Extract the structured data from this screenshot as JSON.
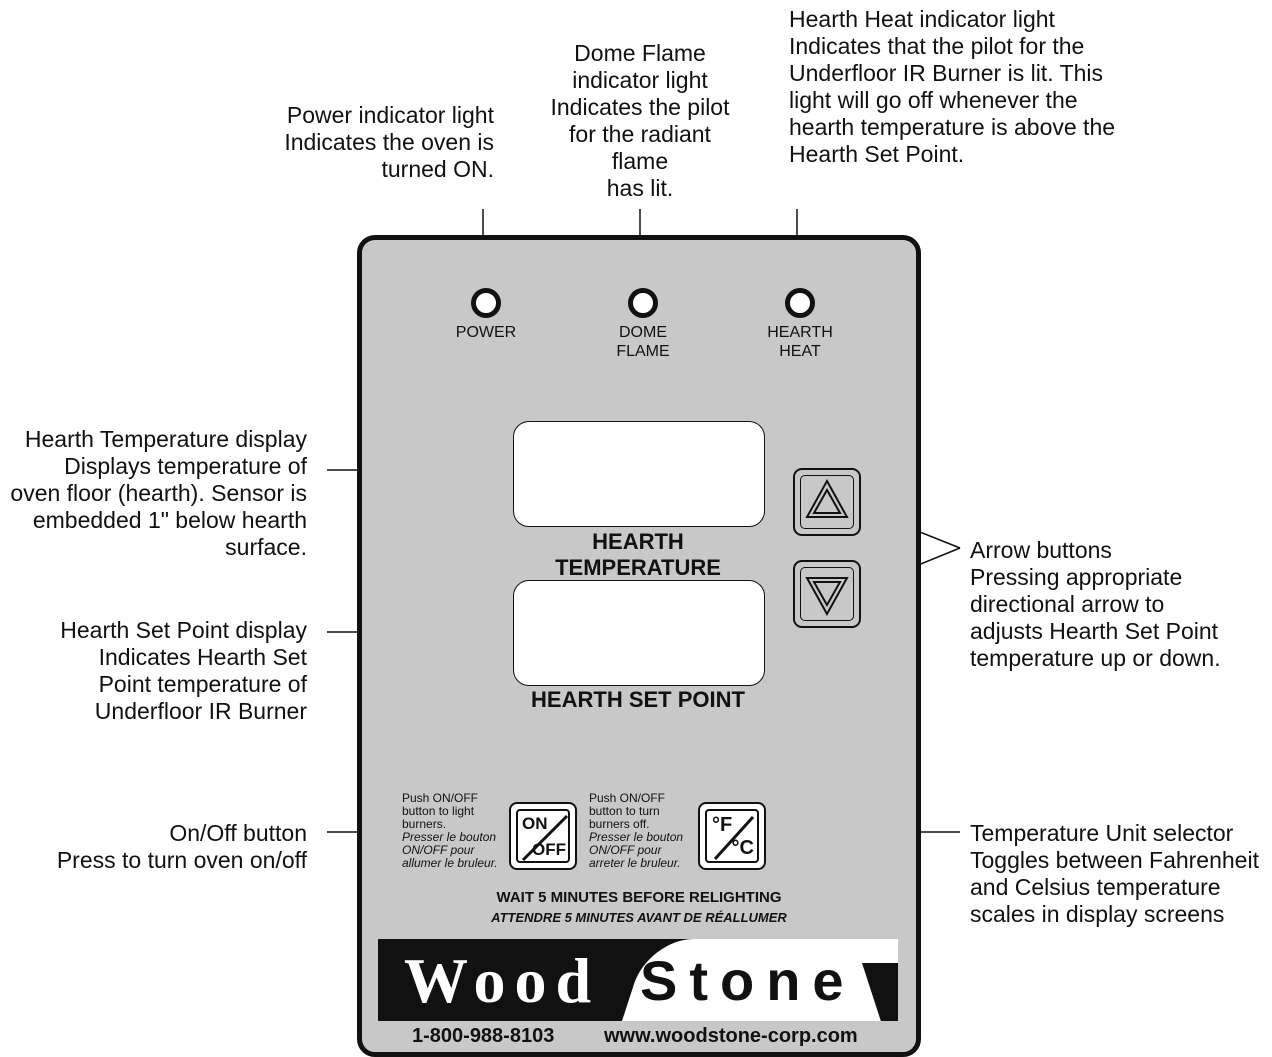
{
  "annotations": {
    "power": {
      "title": "Power indicator light",
      "desc": [
        "Indicates the oven is",
        "turned ON."
      ]
    },
    "dome": {
      "title": [
        "Dome Flame",
        "indicator light"
      ],
      "desc": [
        "Indicates the pilot",
        "for the radiant flame",
        "has lit."
      ]
    },
    "hearth_heat": {
      "title": "Hearth Heat indicator light",
      "desc": [
        "Indicates that the pilot for the",
        "Underfloor IR Burner is lit. This",
        "light will go off whenever the",
        "hearth temperature is above the",
        "Hearth Set Point."
      ]
    },
    "hearth_temp": {
      "title": "Hearth Temperature display",
      "desc": [
        "Displays temperature of",
        "oven floor (hearth). Sensor is",
        "embedded 1\" below hearth",
        "surface."
      ]
    },
    "set_point": {
      "title": "Hearth Set Point display",
      "desc": [
        "Indicates Hearth Set",
        "Point temperature of",
        "Underfloor IR Burner"
      ]
    },
    "arrows": {
      "title": "Arrow buttons",
      "desc": [
        "Pressing appropriate",
        "directional arrow to",
        "adjusts Hearth Set Point",
        "temperature up or down."
      ]
    },
    "onoff": {
      "title": "On/Off button",
      "desc": [
        "Press to turn oven on/off"
      ]
    },
    "unit": {
      "title": "Temperature Unit selector",
      "desc": [
        "Toggles between Fahrenheit",
        "and Celsius temperature",
        "scales in display screens"
      ]
    }
  },
  "panel": {
    "lamps": {
      "power": [
        "POWER"
      ],
      "dome": [
        "DOME",
        "FLAME"
      ],
      "hearth": [
        "HEARTH",
        "HEAT"
      ]
    },
    "hearth_temperature_label": [
      "HEARTH",
      "TEMPERATURE"
    ],
    "set_point_label": "HEARTH SET POINT",
    "onoff_button": {
      "top": "ON",
      "bottom": "OFF"
    },
    "unit_button": {
      "top": "°F",
      "bottom": "°C"
    },
    "onoff_instructions": {
      "en": [
        "Push ON/OFF",
        "button to light",
        "burners."
      ],
      "fr": [
        "Presser le bouton",
        "ON/OFF pour",
        "allumer le bruleur."
      ]
    },
    "off_instructions": {
      "en": [
        "Push ON/OFF",
        "button to turn",
        "burners off."
      ],
      "fr": [
        "Presser le bouton",
        "ON/OFF pour",
        "arreter le bruleur."
      ]
    },
    "warning_en": "WAIT 5 MINUTES BEFORE RELIGHTING",
    "warning_fr": "ATTENDRE 5 MINUTES AVANT DE RÉALLUMER",
    "logo": {
      "word1": "Wood",
      "word2": "Stone"
    },
    "phone": "1-800-988-8103",
    "website": "www.woodstone-corp.com"
  },
  "colors": {
    "panel": "#c8c8c8",
    "ink": "#111111",
    "display": "#ffffff"
  }
}
